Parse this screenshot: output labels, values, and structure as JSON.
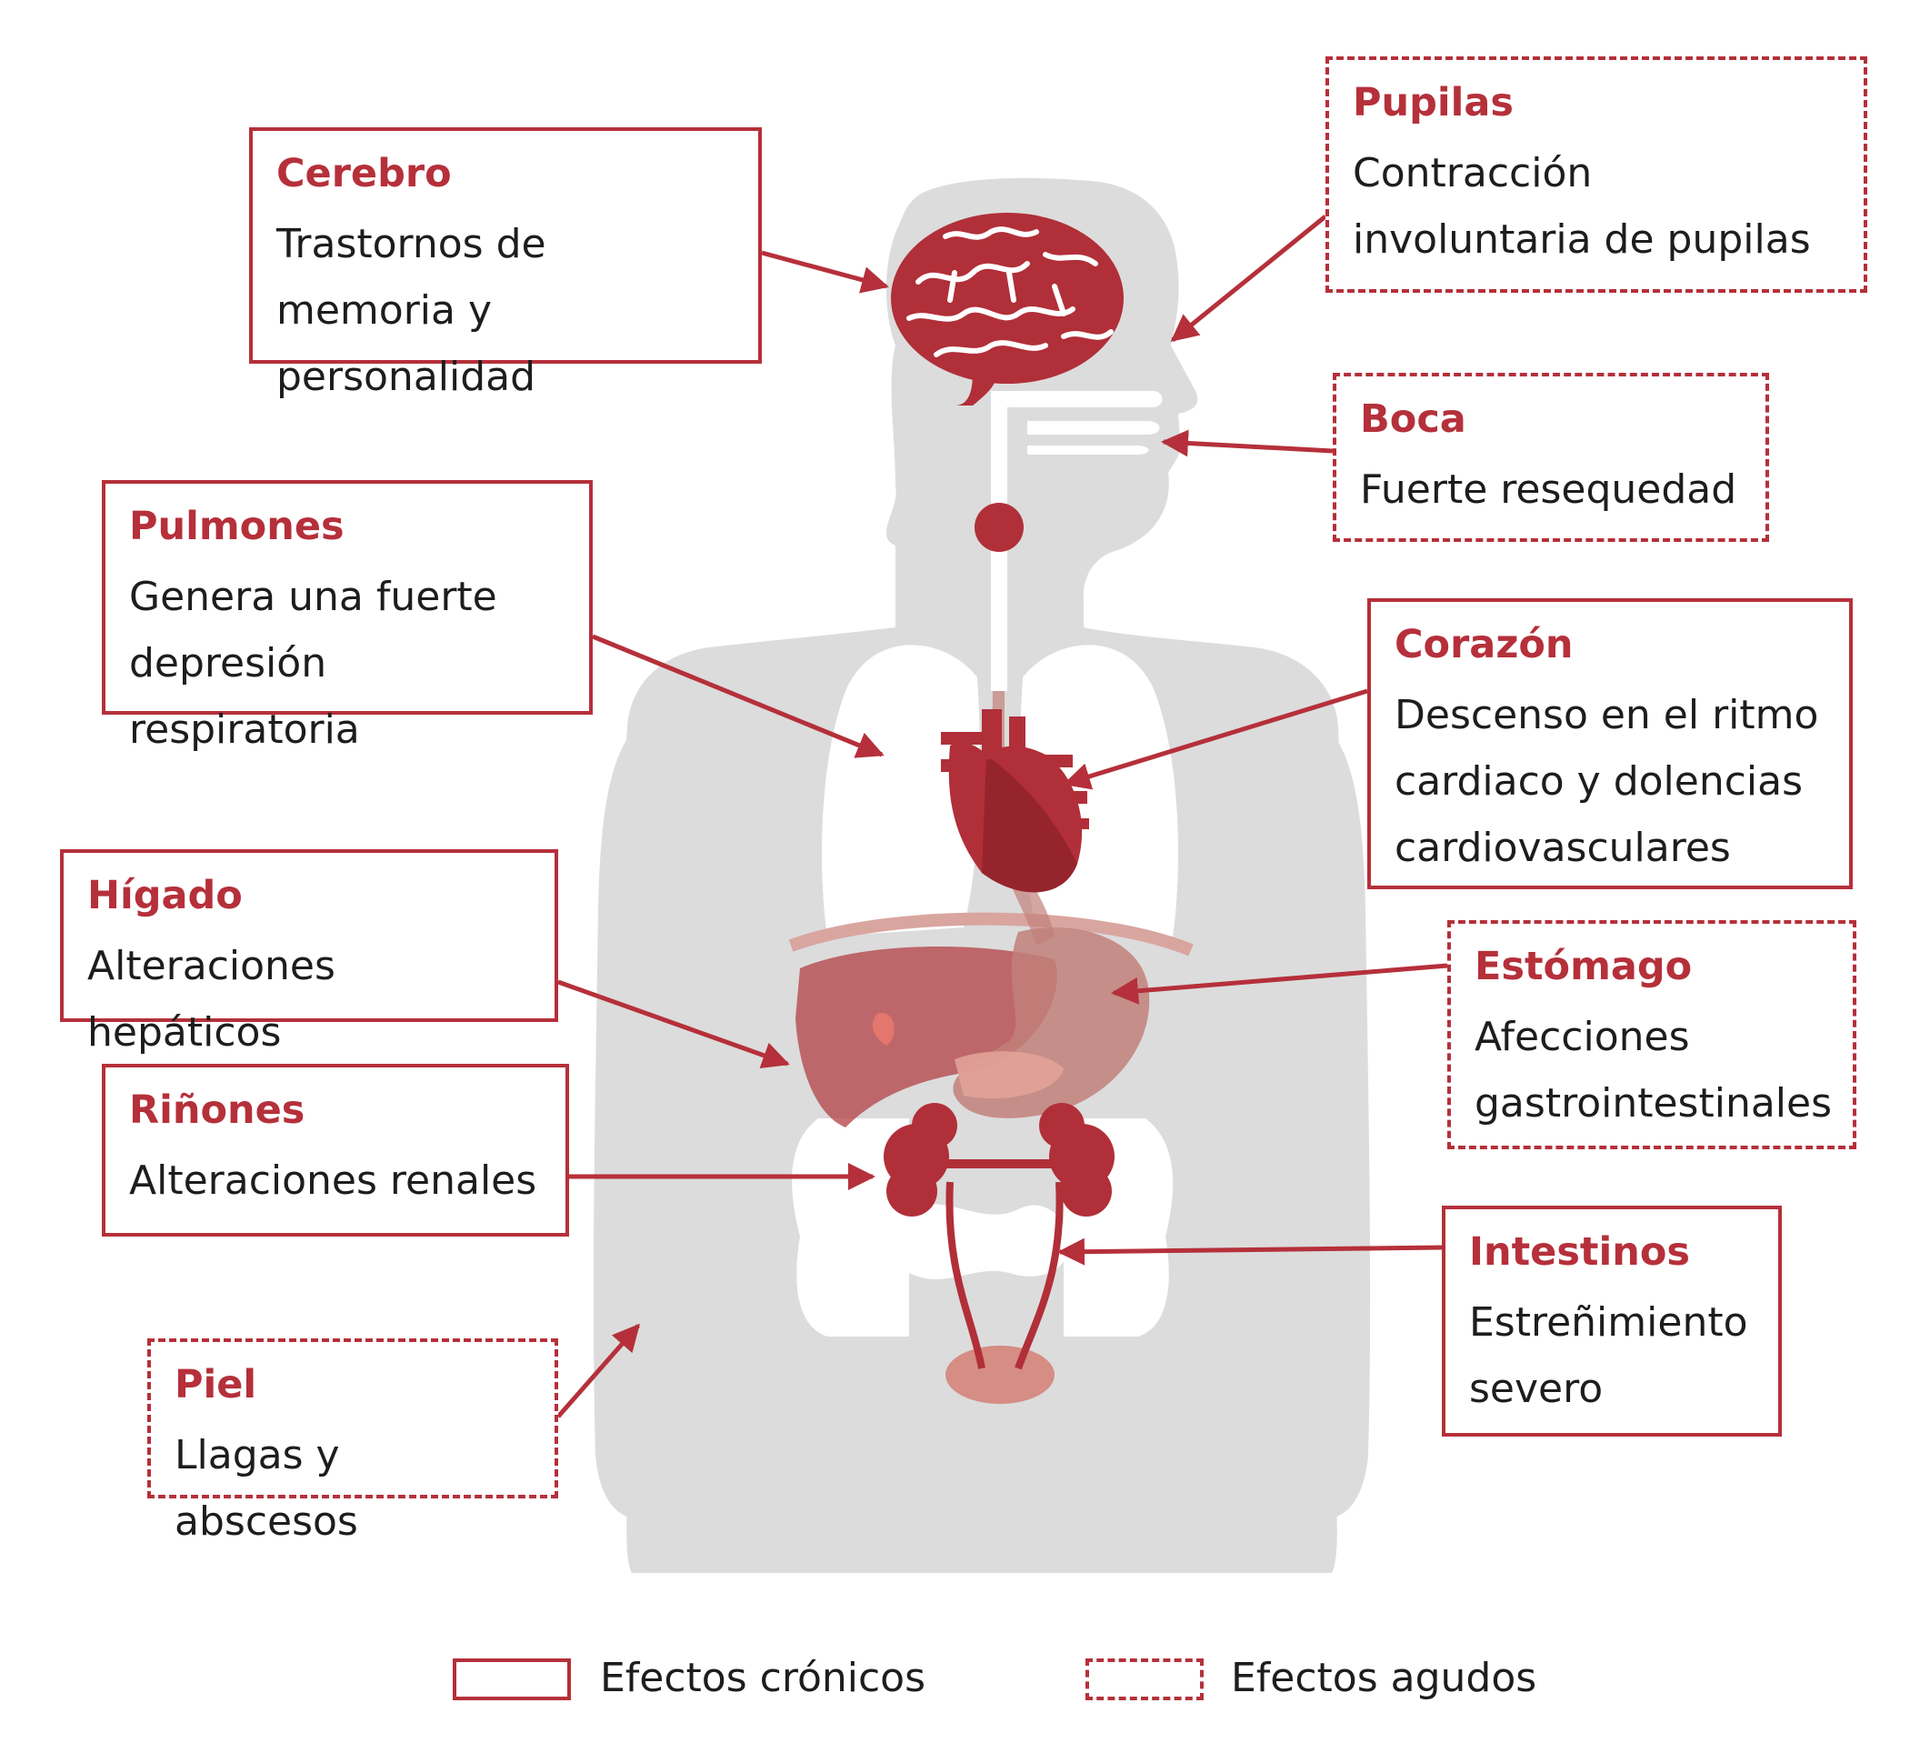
{
  "colors": {
    "accent": "#b5303a",
    "body": "#dcdcdc",
    "organ": "#b12f38",
    "organ_dark": "#96242d",
    "organ_light": "#e3a59a",
    "text": "#1d1d1b"
  },
  "boxes": {
    "cerebro": {
      "title": "Cerebro",
      "text": "Trastornos de memoria y personalidad",
      "type": "chronic"
    },
    "pupilas": {
      "title": "Pupilas",
      "text": "Contracción involuntaria de pupilas",
      "type": "acute"
    },
    "boca": {
      "title": "Boca",
      "text": "Fuerte resequedad",
      "type": "acute"
    },
    "pulmones": {
      "title": "Pulmones",
      "text": "Genera una fuerte depresión respiratoria",
      "type": "chronic"
    },
    "corazon": {
      "title": "Corazón",
      "text": "Descenso en el ritmo cardiaco y dolencias cardiovasculares",
      "type": "chronic"
    },
    "higado": {
      "title": "Hígado",
      "text": "Alteraciones hepáticos",
      "type": "chronic"
    },
    "estomago": {
      "title": "Estómago",
      "text": "Afecciones gastrointestinales",
      "type": "acute"
    },
    "rinones": {
      "title": "Riñones",
      "text": "Alteraciones renales",
      "type": "chronic"
    },
    "intestinos": {
      "title": "Intestinos",
      "text": "Estreñimiento severo",
      "type": "chronic"
    },
    "piel": {
      "title": "Piel",
      "text": "Llagas y abscesos",
      "type": "acute"
    }
  },
  "legend": {
    "chronic": "Efectos crónicos",
    "acute": "Efectos agudos"
  }
}
